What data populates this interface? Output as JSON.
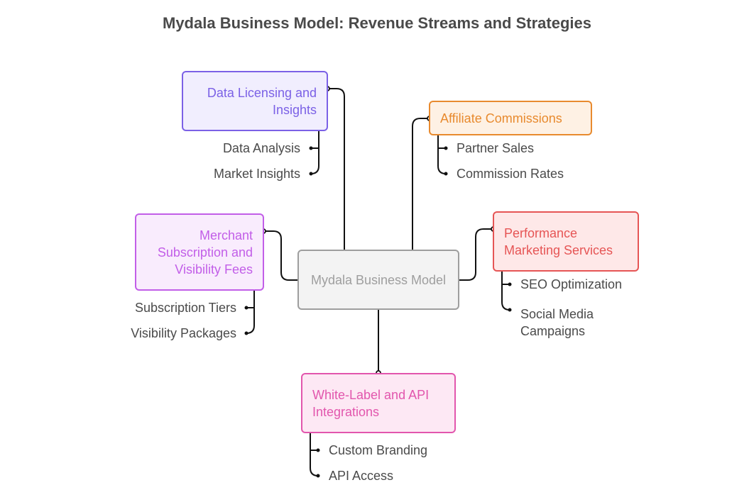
{
  "title": "Mydala Business Model: Revenue Streams and Strategies",
  "center": {
    "label": "Mydala Business Model",
    "border": "#9e9e9e",
    "fill": "#f3f3f3",
    "text": "#9e9e9e"
  },
  "branches": [
    {
      "id": "data-licensing",
      "label": "Data Licensing and Insights",
      "border": "#7b61e6",
      "fill": "#f1eefe",
      "text": "#7b61e6",
      "children": [
        "Data Analysis",
        "Market Insights"
      ]
    },
    {
      "id": "affiliate",
      "label": "Affiliate Commissions",
      "border": "#e88a2e",
      "fill": "#fef1e4",
      "text": "#e88a2e",
      "children": [
        "Partner Sales",
        "Commission Rates"
      ]
    },
    {
      "id": "merchant",
      "label": "Merchant Subscription and Visibility Fees",
      "border": "#c25ee8",
      "fill": "#f9ecfd",
      "text": "#c25ee8",
      "children": [
        "Subscription Tiers",
        "Visibility Packages"
      ]
    },
    {
      "id": "performance",
      "label": "Performance Marketing Services",
      "border": "#e65555",
      "fill": "#fee8e8",
      "text": "#e65555",
      "children": [
        "SEO Optimization",
        "Social Media Campaigns"
      ]
    },
    {
      "id": "white-label",
      "label": "White-Label and API Integrations",
      "border": "#e256ad",
      "fill": "#fde8f4",
      "text": "#e256ad",
      "children": [
        "Custom Branding",
        "API Access"
      ]
    }
  ]
}
